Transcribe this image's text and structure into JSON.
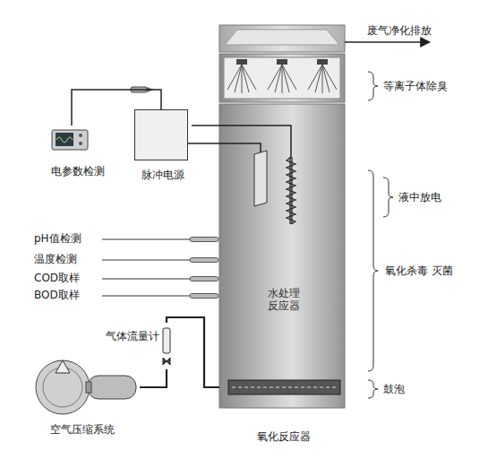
{
  "diagram": {
    "nodes": [
      {
        "text": [
          "水处理反应器",
          "氧化反应器"
        ]
      },
      {
        "text": [
          "脉冲电源"
        ]
      },
      {
        "text": [
          "电参数检测"
        ]
      },
      {
        "text": [
          "空气压缩系统"
        ]
      },
      {
        "text": [
          "气体流量计"
        ]
      }
    ],
    "edges": [
      {
        "from": 2,
        "to": 1,
        "arrow": "none"
      },
      {
        "from": 1,
        "to": 0,
        "arrow": "none"
      },
      {
        "from": 3,
        "to": 4,
        "arrow": "none"
      },
      {
        "from": 4,
        "to": 0,
        "arrow": "none"
      }
    ],
    "labels": [
      "废气净化排放",
      "等离子体除臭",
      "液中放电",
      "氧化杀毒 灭菌",
      "鼓泡",
      "pH值检测",
      "温度检测",
      "COD取样",
      "BOD取样"
    ]
  }
}
